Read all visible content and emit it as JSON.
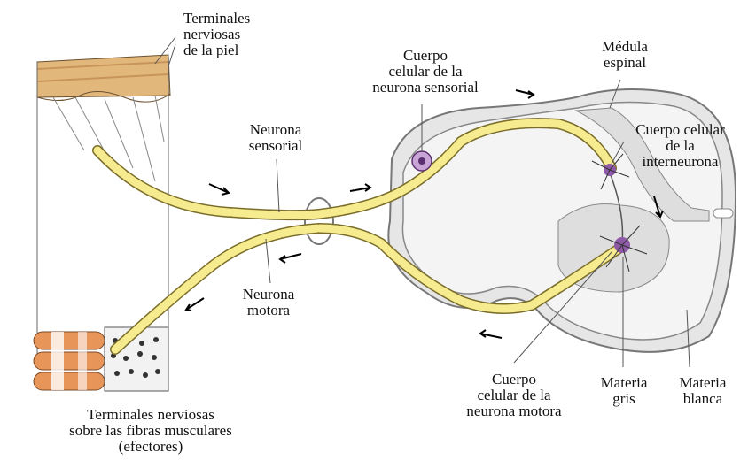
{
  "labels": {
    "skin_terminals": [
      "Terminales",
      "nerviosas",
      "de la piel"
    ],
    "sensory_neuron": [
      "Neurona",
      "sensorial"
    ],
    "motor_neuron": [
      "Neurona",
      "motora"
    ],
    "muscle_terminals": [
      "Terminales nerviosas",
      "sobre las fibras musculares",
      "(efectores)"
    ],
    "sensory_cell_body": [
      "Cuerpo",
      "celular de la",
      "neurona sensorial"
    ],
    "spinal_cord": [
      "Médula",
      "espinal"
    ],
    "interneuron_cell_body": [
      "Cuerpo celular",
      "de la",
      "interneurona"
    ],
    "motor_cell_body": [
      "Cuerpo",
      "celular de la",
      "neurona motora"
    ],
    "gray_matter": [
      "Materia",
      "gris"
    ],
    "white_matter": [
      "Materia",
      "blanca"
    ]
  },
  "colors": {
    "axon_yellow": "#f6ec8f",
    "skin_tan": "#e2b77c",
    "muscle_orange": "#e8955a",
    "cord_gray": "#e6e6e6",
    "cell_purple": "#8e5aa8"
  }
}
